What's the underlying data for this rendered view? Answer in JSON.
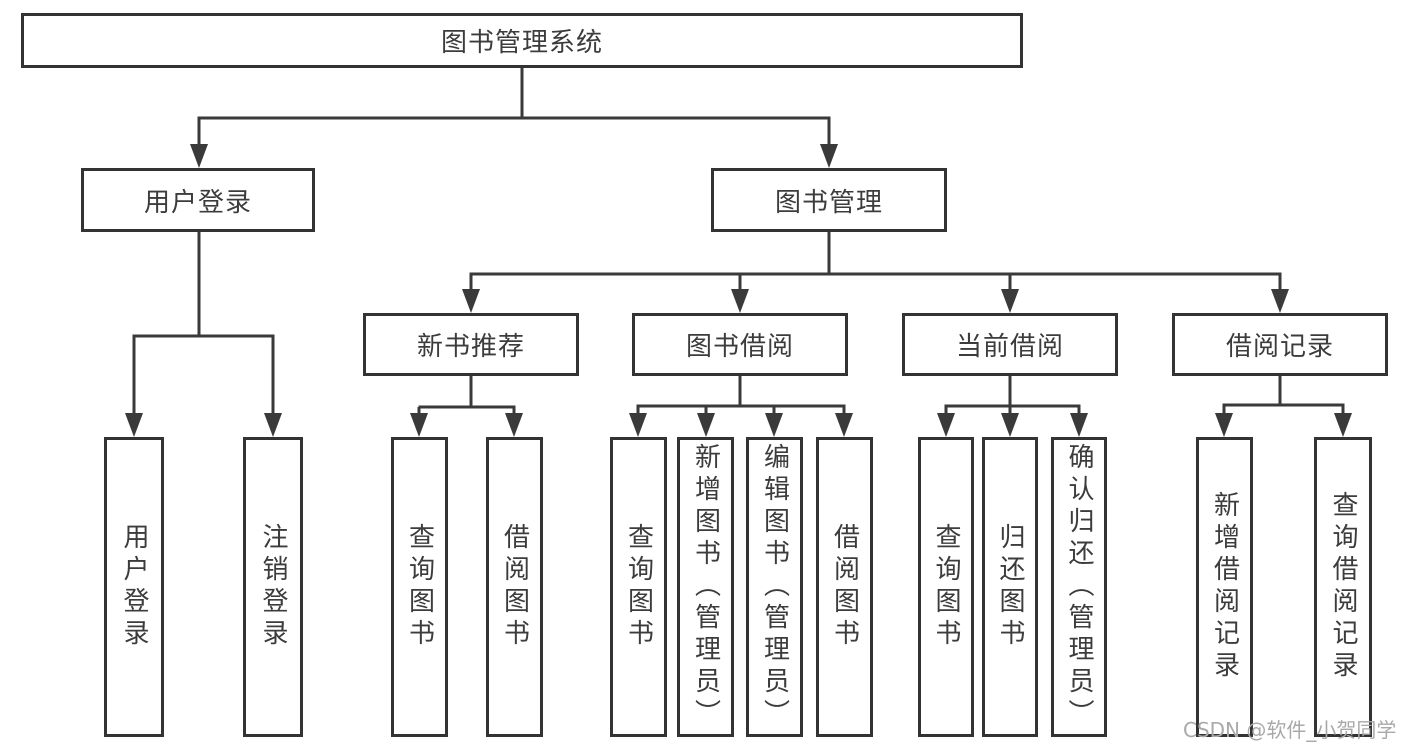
{
  "diagram": {
    "root": {
      "label": "图书管理系统"
    },
    "branches": [
      {
        "label": "用户登录",
        "children": [
          {
            "label": "用户登录"
          },
          {
            "label": "注销登录"
          }
        ]
      },
      {
        "label": "图书管理",
        "sections": [
          {
            "label": "新书推荐",
            "children": [
              {
                "label": "查询图书"
              },
              {
                "label": "借阅图书"
              }
            ]
          },
          {
            "label": "图书借阅",
            "children": [
              {
                "label": "查询图书"
              },
              {
                "label": "新增图书（管理员）"
              },
              {
                "label": "编辑图书（管理员）"
              },
              {
                "label": "借阅图书"
              }
            ]
          },
          {
            "label": "当前借阅",
            "children": [
              {
                "label": "查询图书"
              },
              {
                "label": "归还图书"
              },
              {
                "label": "确认归还（管理员）"
              }
            ]
          },
          {
            "label": "借阅记录",
            "children": [
              {
                "label": "新增借阅记录"
              },
              {
                "label": "查询借阅记录"
              }
            ]
          }
        ]
      }
    ]
  },
  "watermark": {
    "text": "CSDN @软件_小贺同学"
  },
  "colors": {
    "line": "#3a3a3a",
    "box_border": "#333333",
    "box_fill": "#ffffff",
    "text": "#3c3c3c",
    "watermark": "#a9a9a9",
    "background": "#ffffff"
  }
}
